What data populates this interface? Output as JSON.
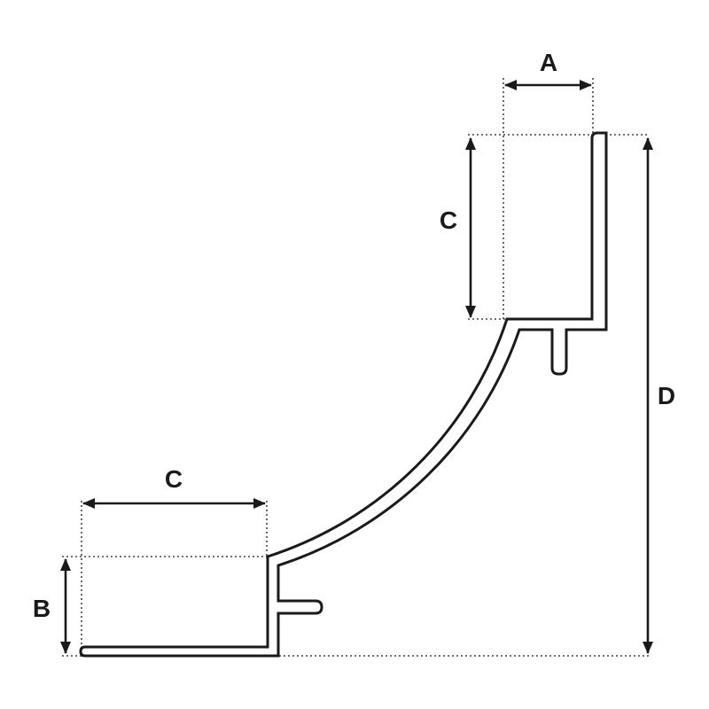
{
  "diagram": {
    "labels": {
      "a": "A",
      "b": "B",
      "c_top": "C",
      "c_bottom": "C",
      "d": "D"
    }
  }
}
